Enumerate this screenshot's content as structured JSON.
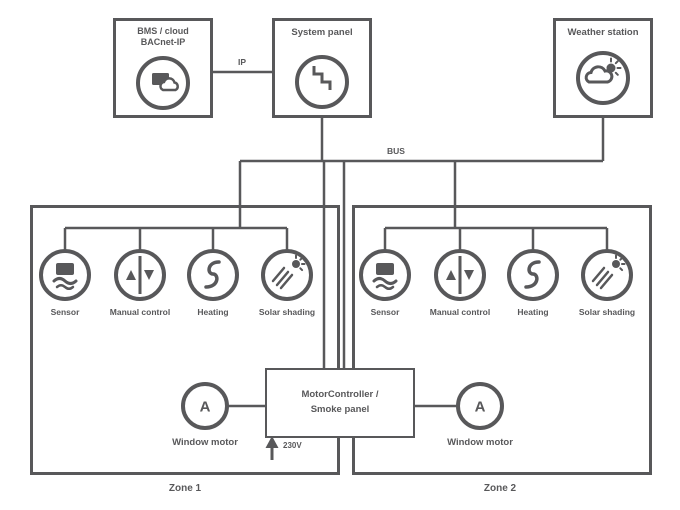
{
  "diagram": {
    "colors": {
      "stroke": "#58585a",
      "background": "#ffffff"
    },
    "top_nodes": {
      "bms": {
        "line1": "BMS / cloud",
        "line2": "BACnet-IP"
      },
      "system_panel": {
        "title": "System panel"
      },
      "weather_station": {
        "title": "Weather station"
      }
    },
    "links": {
      "ip": "IP",
      "bus": "BUS",
      "power": "230V"
    },
    "motor_controller": {
      "line1": "MotorController /",
      "line2": "Smoke panel"
    },
    "zones": [
      {
        "name": "Zone 1",
        "devices": [
          {
            "label": "Sensor"
          },
          {
            "label": "Manual control"
          },
          {
            "label": "Heating"
          },
          {
            "label": "Solar shading"
          }
        ],
        "motor": {
          "letter": "A",
          "label": "Window motor"
        }
      },
      {
        "name": "Zone 2",
        "devices": [
          {
            "label": "Sensor"
          },
          {
            "label": "Manual control"
          },
          {
            "label": "Heating"
          },
          {
            "label": "Solar shading"
          }
        ],
        "motor": {
          "letter": "A",
          "label": "Window motor"
        }
      }
    ]
  }
}
